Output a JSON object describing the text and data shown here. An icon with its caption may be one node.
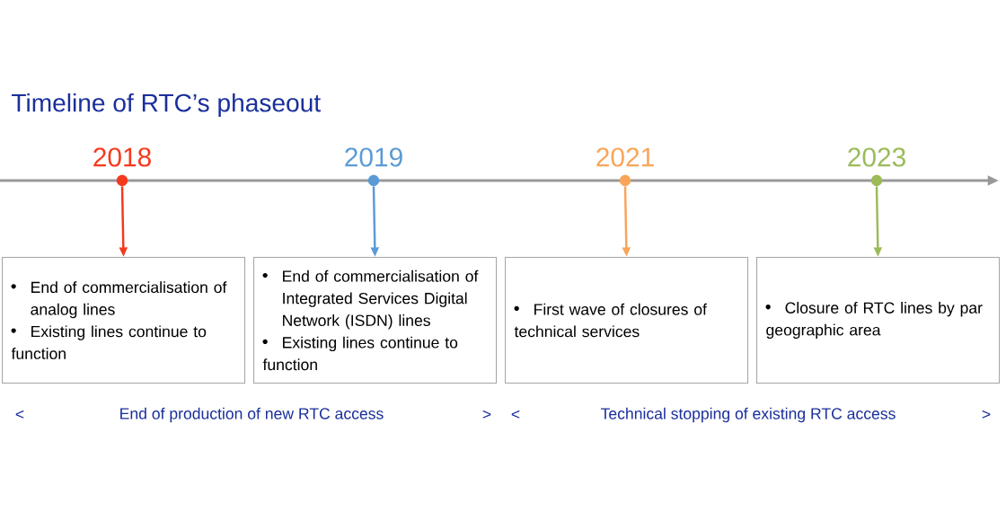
{
  "diagram": {
    "title": "Timeline of RTC’s phaseout",
    "nodes": [
      {
        "text": [],
        "shape": "circle",
        "beside": [
          "2018"
        ]
      },
      {
        "text": [],
        "shape": "circle",
        "beside": [
          "2019"
        ]
      },
      {
        "text": [],
        "shape": "circle",
        "beside": [
          "2021"
        ]
      },
      {
        "text": [],
        "shape": "circle",
        "beside": [
          "2023"
        ]
      },
      {
        "text": [
          "End of commercialisation of analog lines",
          "Existing lines continue to function"
        ]
      },
      {
        "text": [
          "End of commercialisation of Integrated Services Digital Network (ISDN) lines",
          "Existing lines continue to function"
        ]
      },
      {
        "text": [
          "First wave of closures of technical services"
        ]
      },
      {
        "text": [
          "Closure of RTC lines by par geographic area"
        ]
      }
    ],
    "edges": [
      {
        "from": 0,
        "to": 4,
        "arrow": "to",
        "color": "#f5391c"
      },
      {
        "from": 1,
        "to": 5,
        "arrow": "to",
        "color": "#5b9bd5"
      },
      {
        "from": 2,
        "to": 6,
        "arrow": "to",
        "color": "#f8a55a"
      },
      {
        "from": 3,
        "to": 7,
        "arrow": "to",
        "color": "#9bbb59"
      }
    ],
    "labels": [
      "<",
      "End of production of new RTC access",
      ">",
      "<",
      "Technical stopping of existing RTC access",
      ">"
    ]
  }
}
